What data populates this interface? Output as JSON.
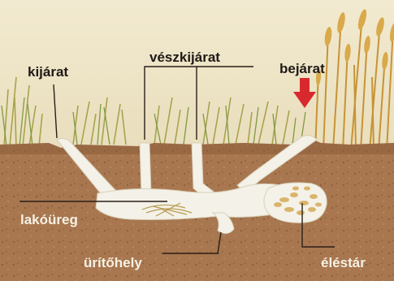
{
  "labels": {
    "exit": "kijárat",
    "emergency_exit": "vészkijárat",
    "entrance": "bejárat",
    "living_chamber": "lakóüreg",
    "latrine": "ürítőhely",
    "food_store": "éléstár"
  },
  "colors": {
    "sky": "#efe6c8",
    "soil": "#a8774f",
    "tunnel": "#f4f1e8",
    "entrance_arrow": "#d82a2e",
    "leader_line": "#2a1f18",
    "label_dark": "#1f1a16",
    "label_light": "#f7f1e4"
  }
}
